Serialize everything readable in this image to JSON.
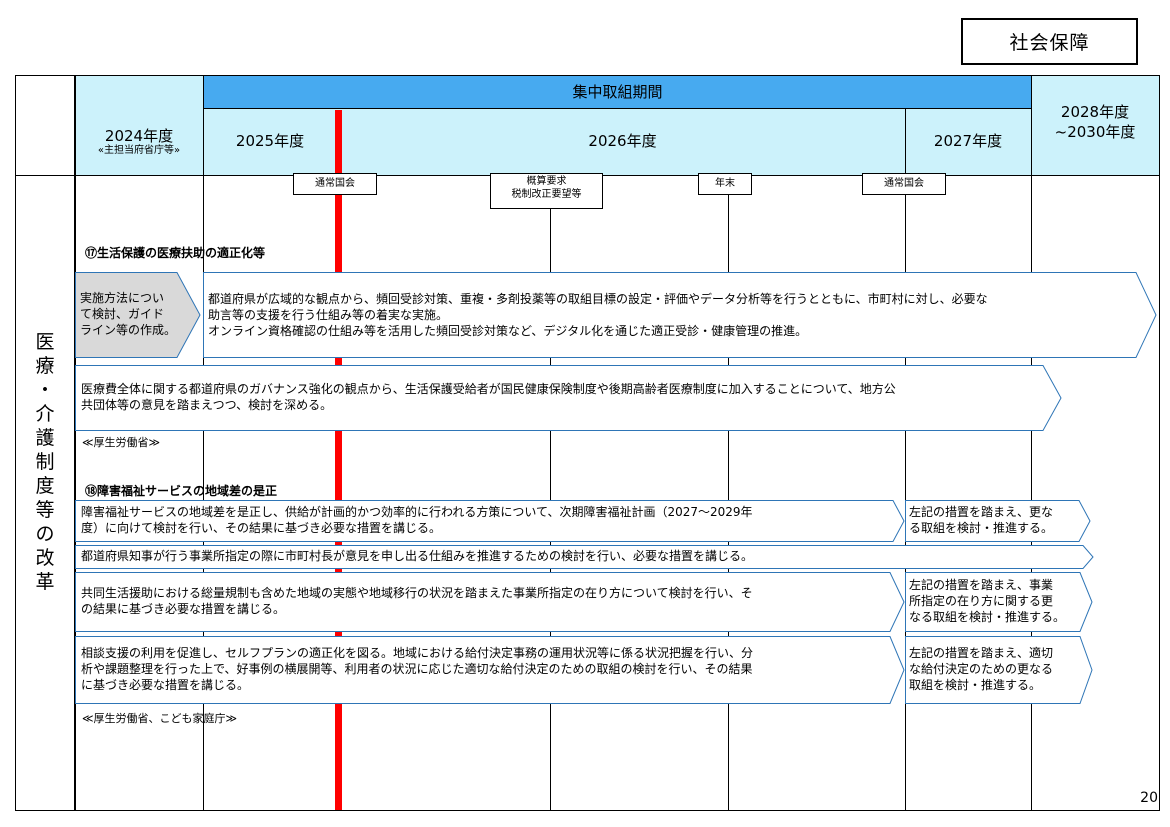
{
  "category_tag": "社会保障",
  "page_number": "20",
  "header": {
    "period_label": "集中取組期間",
    "y2024": "2024年度",
    "y2024_sub": "«主担当府省庁等»",
    "y2025": "2025年度",
    "y2026": "2026年度",
    "y2027": "2027年度",
    "y2028_line1": "2028年度",
    "y2028_line2": "~2030年度"
  },
  "row_label": [
    "医",
    "療",
    "・",
    "介",
    "護",
    "制",
    "度",
    "等",
    "の",
    "改",
    "革"
  ],
  "milestones": {
    "m1": "通常国会",
    "m2_line1": "概算要求",
    "m2_line2": "税制改正要望等",
    "m3": "年末",
    "m4": "通常国会"
  },
  "section17": {
    "title": "⑰生活保護の医療扶助の適正化等",
    "box_gray": [
      "実施方法につい",
      "て検討、ガイド",
      "ライン等の作成。"
    ],
    "arrow1": [
      "都道府県が広域的な観点から、頻回受診対策、重複・多剤投薬等の取組目標の設定・評価やデータ分析等を行うとともに、市町村に対し、必要な",
      "助言等の支援を行う仕組み等の着実な実施。",
      "オンライン資格確認の仕組み等を活用した頻回受診対策など、デジタル化を通じた適正受診・健康管理の推進。"
    ],
    "arrow2": [
      "医療費全体に関する都道府県のガバナンス強化の観点から、生活保護受給者が国民健康保険制度や後期高齢者医療制度に加入することについて、地方公",
      "共団体等の意見を踏まえつつ、検討を深める。"
    ],
    "ministry": "≪厚生労働省≫"
  },
  "section18": {
    "title": "⑱障害福祉サービスの地域差の是正",
    "a1": [
      "障害福祉サービスの地域差を是正し、供給が計画的かつ効率的に行われる方策について、次期障害福祉計画（2027～2029年",
      "度）に向けて検討を行い、その結果に基づき必要な措置を講じる。"
    ],
    "a1r": [
      "左記の措置を踏まえ、更な",
      "る取組を検討・推進する。"
    ],
    "a2": [
      "都道府県知事が行う事業所指定の際に市町村長が意見を申し出る仕組みを推進するための検討を行い、必要な措置を講じる。"
    ],
    "a3": [
      "共同生活援助における総量規制も含めた地域の実態や地域移行の状況を踏まえた事業所指定の在り方について検討を行い、そ",
      "の結果に基づき必要な措置を講じる。"
    ],
    "a3r": [
      "左記の措置を踏まえ、事業",
      "所指定の在り方に関する更",
      "なる取組を検討・推進する。"
    ],
    "a4": [
      "相談支援の利用を促進し、セルフプランの適正化を図る。地域における給付決定事務の運用状況等に係る状況把握を行い、分",
      "析や課題整理を行った上で、好事例の横展開等、利用者の状況に応じた適切な給付決定のための取組の検討を行い、その結果",
      "に基づき必要な措置を講じる。"
    ],
    "a4r": [
      "左記の措置を踏まえ、適切",
      "な給付決定のための更なる",
      "取組を検討・推進する。"
    ],
    "ministry": "≪厚生労働省、こども家庭庁≫"
  },
  "colors": {
    "header_cyan": "#ccf2fb",
    "header_blue": "#47aaf0",
    "arrow_border": "#2e75b6",
    "gray_box": "#d9d9d9",
    "red_line": "#ff0000"
  }
}
